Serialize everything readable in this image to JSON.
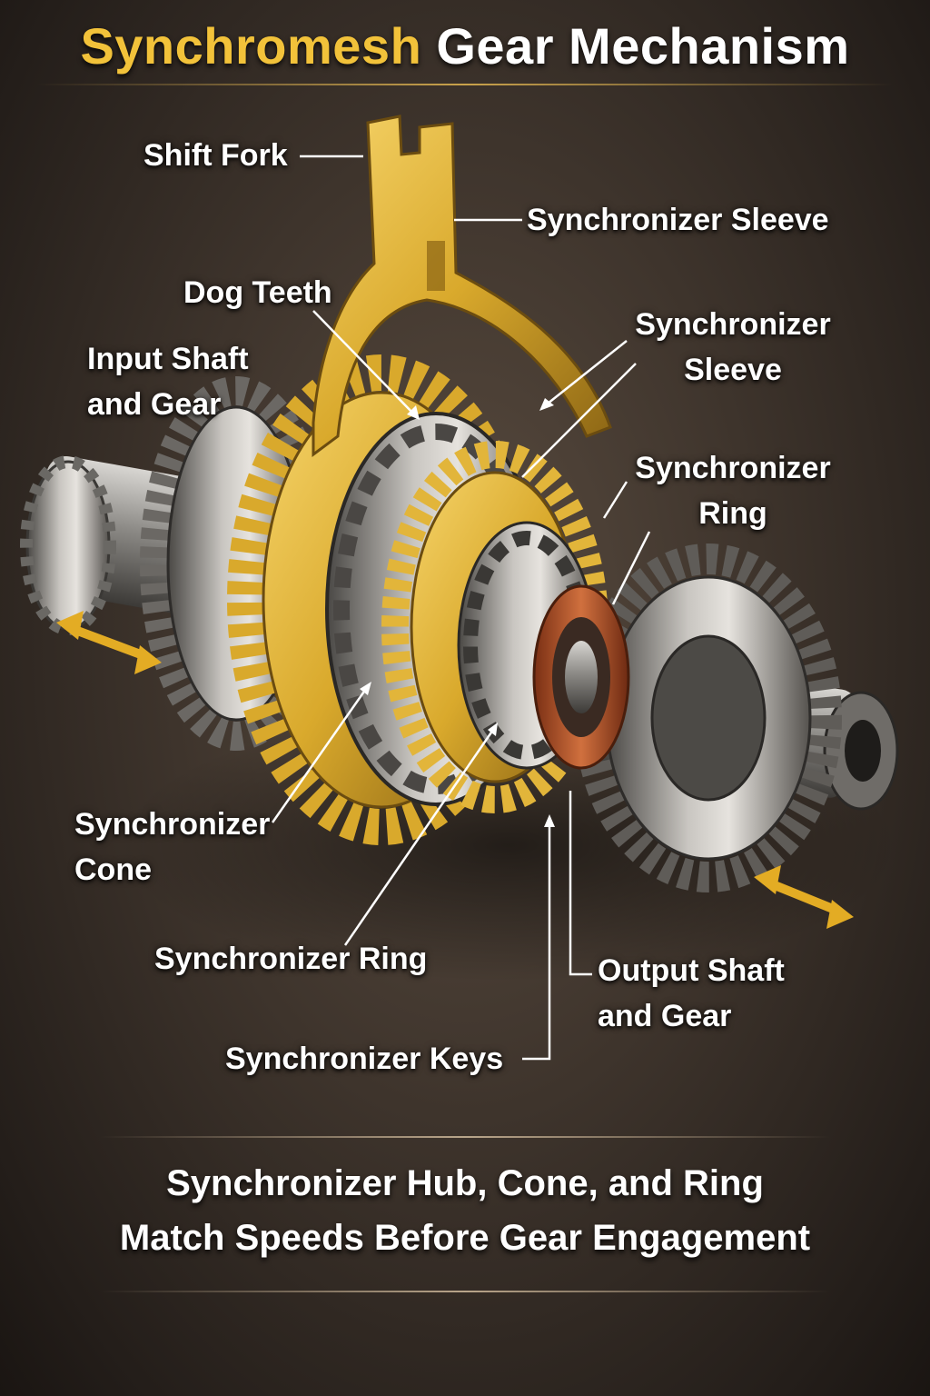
{
  "title": {
    "accent": "Synchromesh",
    "main": "Gear Mechanism"
  },
  "labels": {
    "shift_fork": "Shift Fork",
    "synchronizer_sleeve_top": "Synchronizer Sleeve",
    "dog_teeth": "Dog Teeth",
    "input_shaft": [
      "Input Shaft",
      "and Gear"
    ],
    "synchronizer_sleeve_right": [
      "Synchronizer",
      "Sleeve"
    ],
    "synchronizer_ring_right": [
      "Synchronizer",
      "Ring"
    ],
    "synchronizer_cone": [
      "Synchronizer",
      "Cone"
    ],
    "synchronizer_ring_bottom": "Synchronizer Ring",
    "output_shaft": [
      "Output Shaft",
      "and Gear"
    ],
    "synchronizer_keys": "Synchronizer Keys"
  },
  "caption": [
    "Synchronizer Hub, Cone, and Ring",
    "Match Speeds Before Gear Engagement"
  ],
  "colors": {
    "accent": "#f2c23a",
    "brass": "#d9a92c",
    "steel": "#8c8a86",
    "copper": "#b5542a",
    "arrow": "#e3ac24"
  }
}
